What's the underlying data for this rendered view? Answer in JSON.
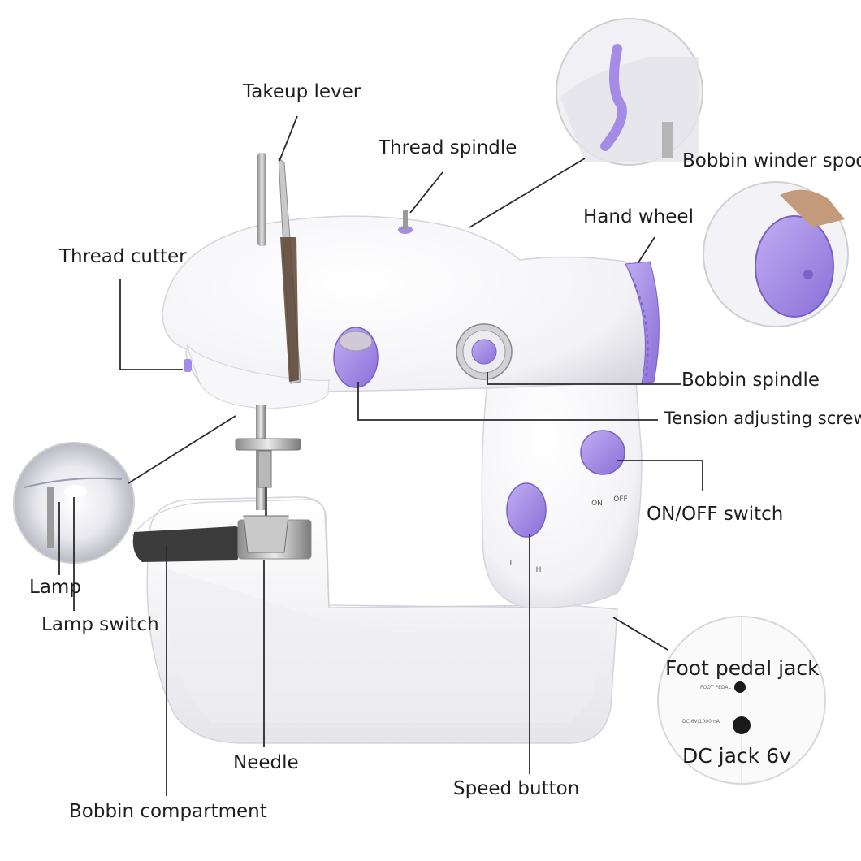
{
  "labels": {
    "takeup_lever": "Takeup lever",
    "thread_spindle": "Thread spindle",
    "bobbin_winder": "Bobbin winder spoo",
    "hand_wheel": "Hand wheel",
    "thread_cutter": "Thread cutter",
    "bobbin_spindle": "Bobbin spindle",
    "tension_screw": "Tension adjusting screw",
    "on_off_switch": "ON/OFF switch",
    "lamp": "Lamp",
    "lamp_switch": "Lamp switch",
    "needle": "Needle",
    "speed_button": "Speed button",
    "bobbin_compartment": "Bobbin compartment",
    "foot_pedal_jack": "Foot pedal jack",
    "dc_jack": "DC jack 6v"
  },
  "machine_marks": {
    "on": "ON",
    "off": "OFF",
    "low": "L",
    "high": "H",
    "foot_pedal_small": "FOOT PEDAL",
    "dc_small": "DC 6V/1000mA"
  },
  "colors": {
    "body": "#ffffff",
    "accent_purple": "#a48be6",
    "leader_line": "#2a2a2a",
    "bed_black": "#3c3c3c"
  }
}
